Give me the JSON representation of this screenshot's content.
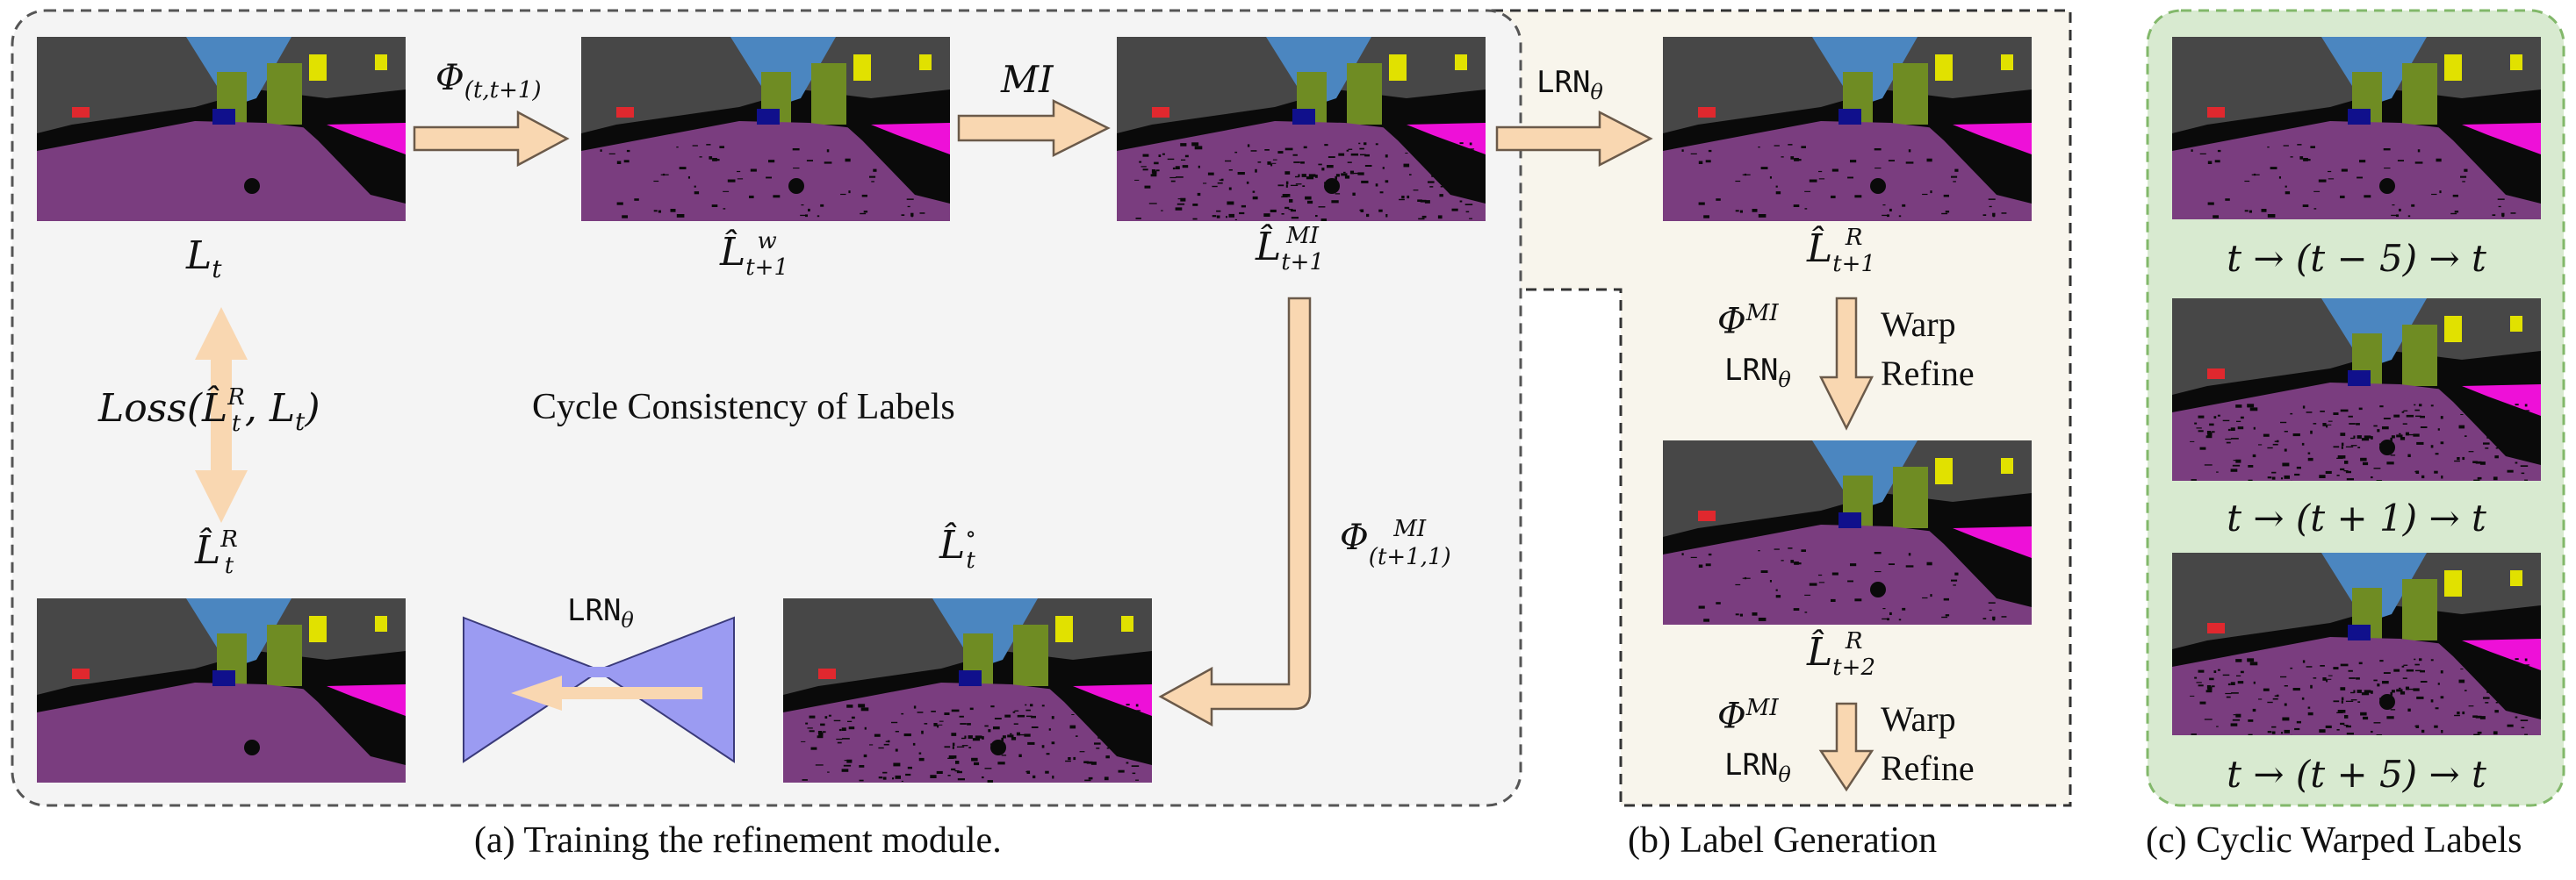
{
  "panels": {
    "a_caption": "(a) Training the refinement module.",
    "b_caption": "(b) Label Generation",
    "c_caption": "(c) Cyclic Warped Labels"
  },
  "panel_a": {
    "frame_labels": {
      "lt": "L",
      "lt_sub": "t",
      "warp_main": "L̂",
      "warp_sup": "w",
      "warp_sub": "t+1",
      "mi_main": "L̂",
      "mi_sup": "MI",
      "mi_sub": "t+1",
      "ref_main": "L̂",
      "ref_sup": "R",
      "ref_sub": "t",
      "circ_main": "L̂",
      "circ_sup": "∘",
      "circ_sub": "t"
    },
    "arrows": {
      "phi_main": "Φ",
      "phi_sub": "(t,t+1)",
      "mi": "MI",
      "lrn_main": "LRN",
      "lrn_sub": "θ",
      "phi_back_main": "Φ",
      "phi_back_sup": "MI",
      "phi_back_sub": "(t+1,1)"
    },
    "loss_prefix": "Loss(",
    "loss_hat": "L̂",
    "loss_sup": "R",
    "loss_sub": "t",
    "loss_rest": ", L",
    "loss_rest_sub": "t",
    "loss_close": ")",
    "cycle_title": "Cycle Consistency of Labels",
    "network_main": "LRN",
    "network_sub": "θ"
  },
  "panel_b": {
    "label1_main": "L̂",
    "label1_sup": "R",
    "label1_sub": "t+1",
    "label2_main": "L̂",
    "label2_sup": "R",
    "label2_sub": "t+2",
    "step1": {
      "phi": "Φ",
      "phi_sup": "MI",
      "lrn": "LRN",
      "lrn_sub": "θ",
      "warp": "Warp",
      "refine": "Refine"
    },
    "step2": {
      "phi": "Φ",
      "phi_sup": "MI",
      "lrn": "LRN",
      "lrn_sub": "θ",
      "warp": "Warp",
      "refine": "Refine"
    }
  },
  "panel_c": {
    "captions": [
      "t → (t − 5) → t",
      "t → (t + 1) → t",
      "t → (t + 5) → t"
    ]
  },
  "colors": {
    "arrow_fill": "#f9d7b1",
    "arrow_stroke": "#6b5a4a",
    "panel_a_bg": "#f4f4f4",
    "panel_b_bg": "#f8f5ec",
    "panel_c_bg": "#d8ead0",
    "panel_c_border": "#82b86a",
    "network_fill": "#9b9bf2",
    "road": "#7a3d7f",
    "sky": "#4b86c0",
    "vegetation": "#6f8c23",
    "sidewalk": "#ee10d8",
    "sign": "#e1e100",
    "car": "#10108c",
    "building": "#474747"
  }
}
